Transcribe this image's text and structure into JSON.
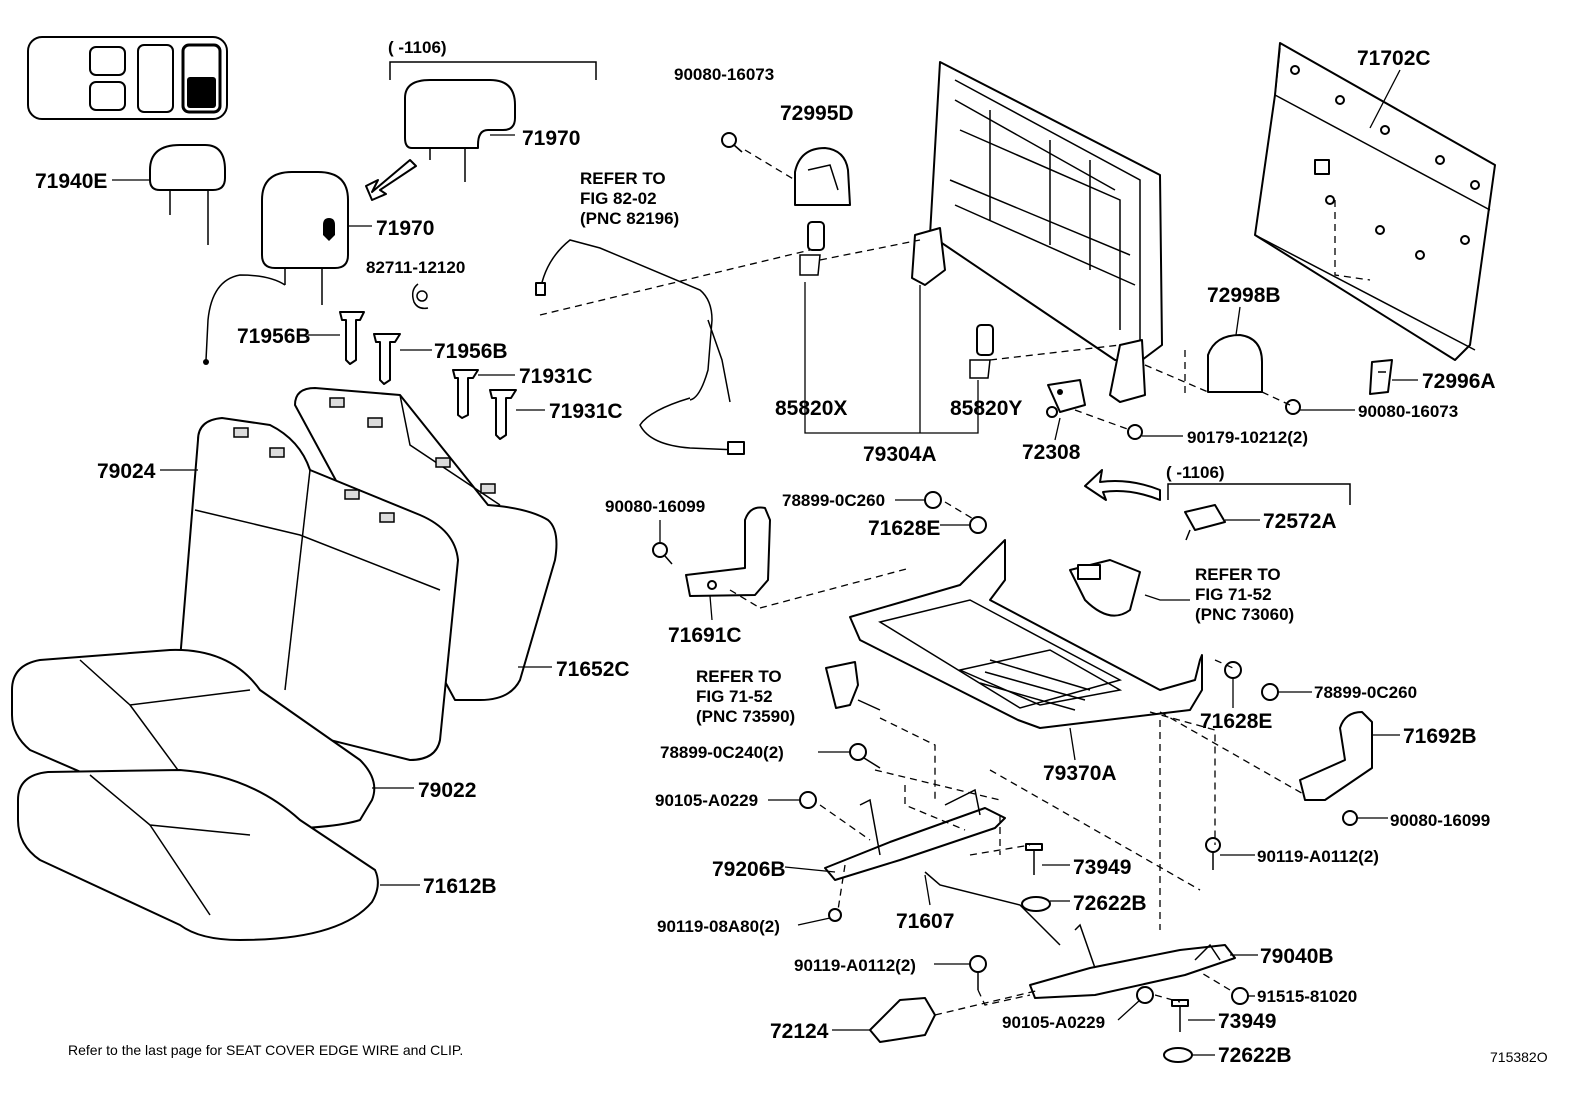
{
  "labels": {
    "p71702C": "71702C",
    "p72995D": "72995D",
    "p90080_16073_top": "90080-16073",
    "p71970_a": "71970",
    "p71970_b": "71970",
    "p71940E": "71940E",
    "p82711": "82711-12120",
    "p71956B_a": "71956B",
    "p71956B_b": "71956B",
    "p71931C_a": "71931C",
    "p71931C_b": "71931C",
    "p85820X": "85820X",
    "p85820Y": "85820Y",
    "p79304A": "79304A",
    "p72308": "72308",
    "p72998B": "72998B",
    "p72996A": "72996A",
    "p90080_16073_right": "90080-16073",
    "p90179": "90179-10212(2)",
    "p72572A": "72572A",
    "p79024": "79024",
    "p90080_16099_left": "90080-16099",
    "p78899_0C260_a": "78899-0C260",
    "p71628E_a": "71628E",
    "p71691C": "71691C",
    "p71652C": "71652C",
    "p78899_0C260_b": "78899-0C260",
    "p71628E_b": "71628E",
    "p71692B": "71692B",
    "p90080_16099_right": "90080-16099",
    "p79370A": "79370A",
    "p78899_0C240": "78899-0C240(2)",
    "p90105_A0229_a": "90105-A0229",
    "p79206B": "79206B",
    "p90119_08A80": "90119-08A80(2)",
    "p71607": "71607",
    "p73949_a": "73949",
    "p72622B_a": "72622B",
    "p90119_A0112_a": "90119-A0112(2)",
    "p90119_A0112_b": "90119-A0112(2)",
    "p79040B": "79040B",
    "p91515": "91515-81020",
    "p90105_A0229_b": "90105-A0229",
    "p73949_b": "73949",
    "p72124": "72124",
    "p72622B_b": "72622B",
    "p79022": "79022",
    "p71612B": "71612B"
  },
  "refers": {
    "fig82_l1": "REFER TO",
    "fig82_l2": "FIG 82-02",
    "fig82_l3": "(PNC 82196)",
    "fig73060_l1": "REFER TO",
    "fig73060_l2": "FIG 71-52",
    "fig73060_l3": "(PNC 73060)",
    "fig73590_l1": "REFER TO",
    "fig73590_l2": "FIG 71-52",
    "fig73590_l3": "(PNC 73590)"
  },
  "date_ranges": {
    "headrest": "(      -1106)",
    "bracket": "(      -1106)"
  },
  "footer": {
    "note": "Refer to the last page for SEAT COVER EDGE WIRE and CLIP.",
    "figure_id": "715382O"
  }
}
